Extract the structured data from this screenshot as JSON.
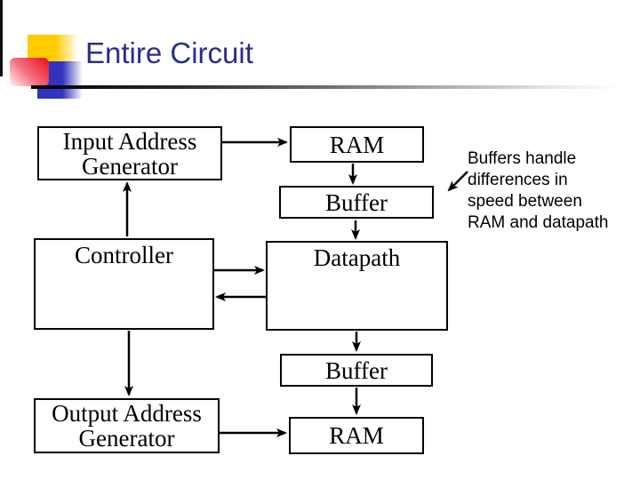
{
  "slide": {
    "title": "Entire Circuit",
    "colors": {
      "title_text": "#2D2D8F",
      "decor_yellow": "#FFCC00",
      "decor_blue": "#3232C0",
      "decor_red": "#EE1520",
      "diagram_lines": "#000000",
      "background": "#FFFFFF"
    }
  },
  "boxes": {
    "input_address_generator": {
      "label": "Input Address Generator"
    },
    "ram_top": {
      "label": "RAM"
    },
    "buffer_top": {
      "label": "Buffer"
    },
    "controller": {
      "label": "Controller"
    },
    "datapath": {
      "label": "Datapath"
    },
    "buffer_bottom": {
      "label": "Buffer"
    },
    "output_address_generator": {
      "label": "Output Address Generator"
    },
    "ram_bottom": {
      "label": "RAM"
    }
  },
  "annotation": {
    "text": "Buffers handle differences in speed between RAM and datapath",
    "lines": [
      "Buffers handle",
      "differences in",
      "speed between",
      "RAM and datapath"
    ]
  }
}
